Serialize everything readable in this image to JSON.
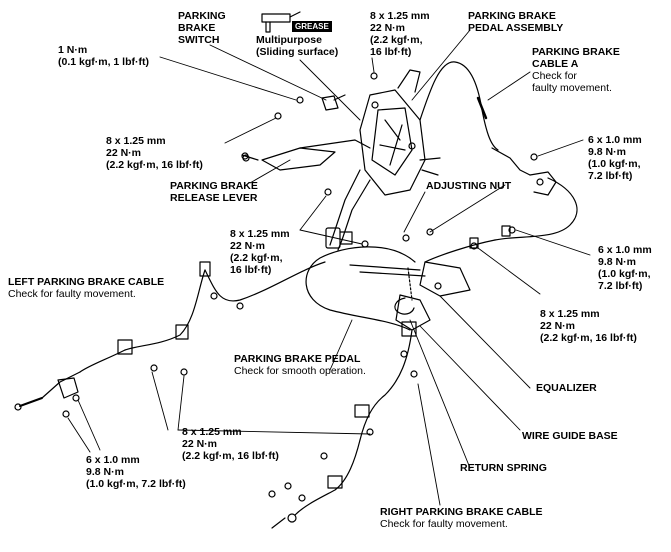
{
  "labels": {
    "parking_brake_switch": [
      "PARKING",
      "BRAKE",
      "SWITCH"
    ],
    "grease_badge": "GREASE",
    "multipurpose": [
      "Multipurpose",
      "(Sliding surface)"
    ],
    "torque_top": [
      "8 x 1.25 mm",
      "22 N·m",
      "(2.2 kgf·m,",
      "16 lbf·ft)"
    ],
    "pedal_assembly": [
      "PARKING BRAKE",
      "PEDAL ASSEMBLY"
    ],
    "torque_1nm": [
      "1 N·m",
      "(0.1 kgf·m, 1 lbf·ft)"
    ],
    "cable_a": {
      "title": [
        "PARKING BRAKE",
        "CABLE A"
      ],
      "note": [
        "Check for",
        "faulty movement."
      ]
    },
    "torque_left_mid": [
      "8 x 1.25 mm",
      "22 N·m",
      "(2.2 kgf·m, 16 lbf·ft)"
    ],
    "torque_6mm_upper": [
      "6 x 1.0 mm",
      "9.8 N·m",
      "(1.0 kgf·m,",
      "7.2 lbf·ft)"
    ],
    "release_lever": [
      "PARKING BRAKE",
      "RELEASE LEVER"
    ],
    "adjusting_nut": "ADJUSTING NUT",
    "torque_center": [
      "8 x 1.25 mm",
      "22 N·m",
      "(2.2 kgf·m,",
      "16 lbf·ft)"
    ],
    "torque_6mm_right": [
      "6 x 1.0 mm",
      "9.8 N·m",
      "(1.0 kgf·m,",
      "7.2 lbf·ft)"
    ],
    "left_cable": {
      "title": "LEFT PARKING BRAKE CABLE",
      "note": "Check for faulty movement."
    },
    "torque_right_mid": [
      "8 x 1.25 mm",
      "22 N·m",
      "(2.2 kgf·m, 16 lbf·ft)"
    ],
    "pedal": {
      "title": "PARKING BRAKE PEDAL",
      "note": "Check for smooth operation."
    },
    "equalizer": "EQUALIZER",
    "torque_bottom_center": [
      "8 x 1.25 mm",
      "22 N·m",
      "(2.2 kgf·m, 16 lbf·ft)"
    ],
    "wire_guide_base": "WIRE GUIDE BASE",
    "torque_6mm_left": [
      "6 x 1.0 mm",
      "9.8 N·m",
      "(1.0 kgf·m, 7.2 lbf·ft)"
    ],
    "return_spring": "RETURN SPRING",
    "right_cable": {
      "title": "RIGHT PARKING BRAKE CABLE",
      "note": "Check for faulty movement."
    }
  }
}
